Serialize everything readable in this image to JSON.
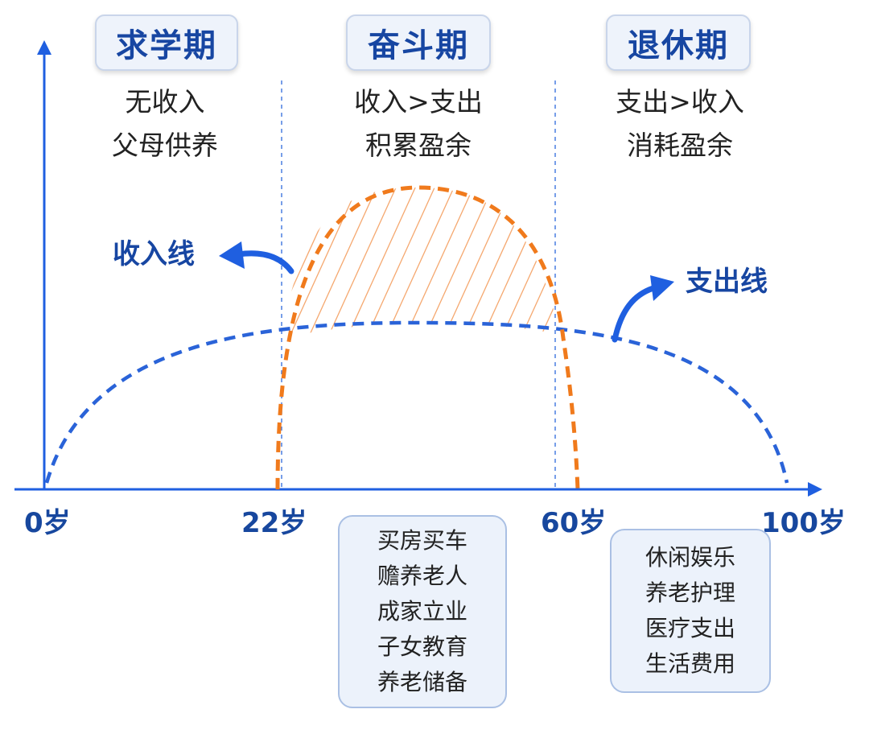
{
  "phases": [
    {
      "title": "求学期",
      "lines": [
        "无收入",
        "父母供养"
      ]
    },
    {
      "title": "奋斗期",
      "lines": [
        "收入>支出",
        "积累盈余"
      ]
    },
    {
      "title": "退休期",
      "lines": [
        "支出>收入",
        "消耗盈余"
      ]
    }
  ],
  "labels": {
    "income": "收入线",
    "expense": "支出线"
  },
  "ages": [
    "0岁",
    "22岁",
    "60岁",
    "100岁"
  ],
  "striving_items": [
    "买房买车",
    "赡养老人",
    "成家立业",
    "子女教育",
    "养老储备"
  ],
  "retire_items": [
    "休闲娱乐",
    "养老护理",
    "医疗支出",
    "生活费用"
  ],
  "colors": {
    "axis": "#1f5fe0",
    "expense_line": "#2a63d8",
    "income_line": "#f07a1c",
    "hatch": "#f5a870",
    "title_text": "#1746a2"
  }
}
